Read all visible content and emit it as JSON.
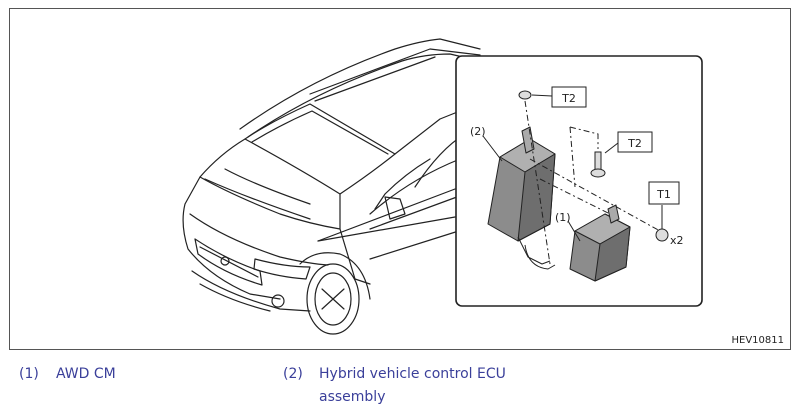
{
  "figure": {
    "code": "HEV10811",
    "callouts": {
      "t2_top": "T2",
      "t2_mid": "T2",
      "t1": "T1",
      "qty": "x2",
      "item_1": "(1)",
      "item_2": "(2)"
    }
  },
  "legend": [
    {
      "number": "(1)",
      "text": "AWD CM"
    },
    {
      "number": "(2)",
      "text": "Hybrid vehicle control ECU assembly",
      "text_line1": "Hybrid vehicle control ECU",
      "text_line2": "assembly"
    }
  ],
  "colors": {
    "legend_text": "#3a3f9a",
    "line_art": "#222222",
    "component_fill": "#8c8c8c"
  }
}
